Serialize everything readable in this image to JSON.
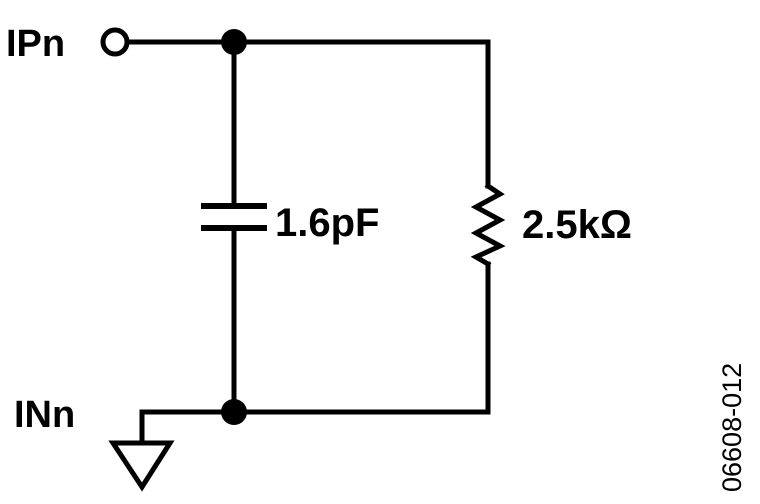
{
  "nodes": {
    "top_pin": "IPn",
    "bottom_pin": "INn"
  },
  "components": {
    "capacitor": "1.6pF",
    "resistor": "2.5kΩ"
  },
  "figure_id": "06608-012"
}
